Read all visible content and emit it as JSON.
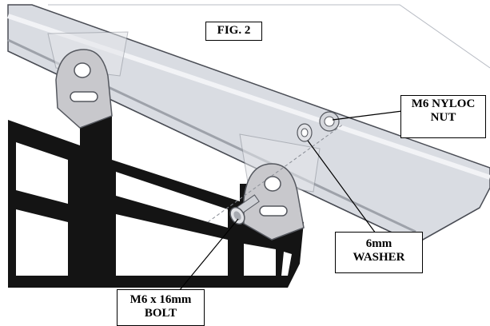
{
  "figure": {
    "title": "FIG. 2",
    "labels": {
      "nut": [
        "M6 NYLOC",
        "NUT"
      ],
      "washer": [
        "6mm",
        "WASHER"
      ],
      "bolt": [
        "M6 x 16mm",
        "BOLT"
      ]
    },
    "colors": {
      "rail_fill": "#d9dce2",
      "rail_edge": "#4a4d55",
      "bracket_fill": "#c8c8cc",
      "panel_fill": "#141414",
      "leader": "#000000"
    }
  }
}
